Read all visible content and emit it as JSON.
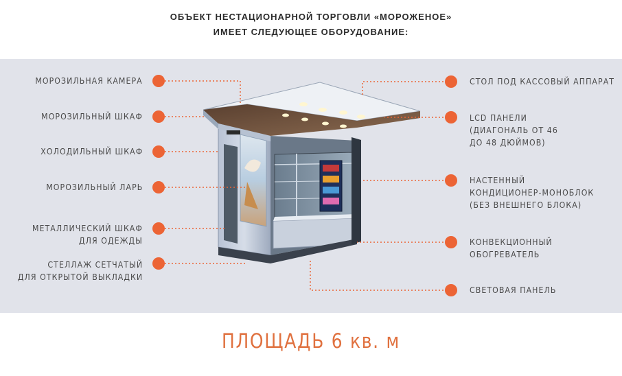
{
  "header": {
    "line1": "ОБЪЕКТ НЕСТАЦИОНАРНОЙ ТОРГОВЛИ  «МОРОЖЕНОЕ»",
    "line2": "ИМЕЕТ СЛЕДУЮЩЕЕ ОБОРУДОВАНИЕ:"
  },
  "left_items": [
    [
      "МОРОЗИЛЬНАЯ  КАМЕРА"
    ],
    [
      "МОРОЗИЛЬНЫЙ ШКАФ"
    ],
    [
      "ХОЛОДИЛЬНЫЙ ШКАФ"
    ],
    [
      "МОРОЗИЛЬНЫЙ ЛАРЬ"
    ],
    [
      "МЕТАЛЛИЧЕСКИЙ ШКАФ",
      "ДЛЯ ОДЕЖДЫ"
    ],
    [
      "СТЕЛЛАЖ СЕТЧАТЫЙ",
      "ДЛЯ ОТКРЫТОЙ ВЫКЛАДКИ"
    ]
  ],
  "right_items": [
    [
      "СТОЛ ПОД КАССОВЫЙ АППАРАТ"
    ],
    [
      "LCD ПАНЕЛИ",
      "(ДИАГОНАЛЬ ОТ 46",
      "ДО 48 ДЮЙМОВ)"
    ],
    [
      "НАСТЕННЫЙ",
      "КОНДИЦИОНЕР-МОНОБЛОК",
      "(БЕЗ ВНЕШНЕГО БЛОКА)"
    ],
    [
      "КОНВЕКЦИОННЫЙ",
      "ОБОГРЕВАТЕЛЬ"
    ],
    [
      "СВЕТОВАЯ ПАНЕЛЬ"
    ]
  ],
  "footer": "ПЛОЩАДЬ 6 кв. м",
  "colors": {
    "accent": "#ec6435",
    "panel": "#e1e3ea",
    "footer_text": "#e0713f"
  }
}
